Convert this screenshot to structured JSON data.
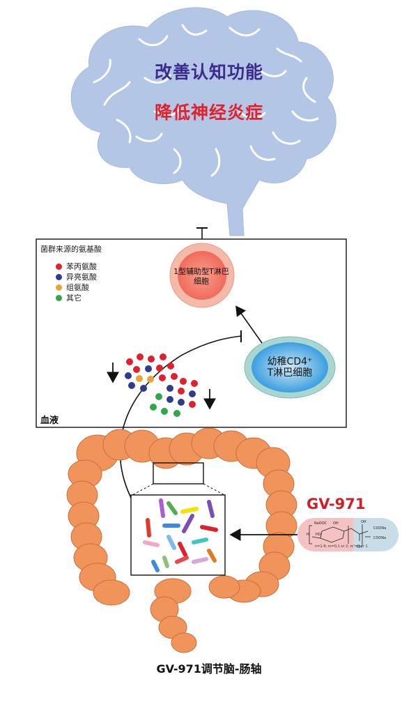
{
  "brain": {
    "line1": "改善认知功能",
    "line2": "降低神经炎症"
  },
  "blood_box": {
    "legend_title": "菌群来源的氨基酸",
    "legend": [
      {
        "label": "苯丙氨酸",
        "color": "#e0202a"
      },
      {
        "label": "异亮氨酸",
        "color": "#2e3b8f"
      },
      {
        "label": "组氨酸",
        "color": "#e8a33a"
      },
      {
        "label": "其它",
        "color": "#2ea84a"
      }
    ],
    "label": "血液"
  },
  "cells": {
    "th1": "1型辅助型T淋巴细胞",
    "cd4_line1": "幼稚CD4⁺",
    "cd4_line2": "T淋巴细胞"
  },
  "drug": {
    "name": "GV-971",
    "formula_note": "n=1-9; m=0,1 or 2; m'=0 or 1"
  },
  "title": "GV-971调节脑-肠轴",
  "colors": {
    "brain": "#b4c6e6",
    "gut": "#f0945c",
    "gut_outline": "#c8703a",
    "th1_outer": "#f5b9a8",
    "th1_inner": "#f26b5f",
    "cd4_outer": "#a9d6d0",
    "cd4_inner": "#3ca8e8",
    "drug_left": "#f4c2c0",
    "drug_right": "#c9dde6"
  }
}
